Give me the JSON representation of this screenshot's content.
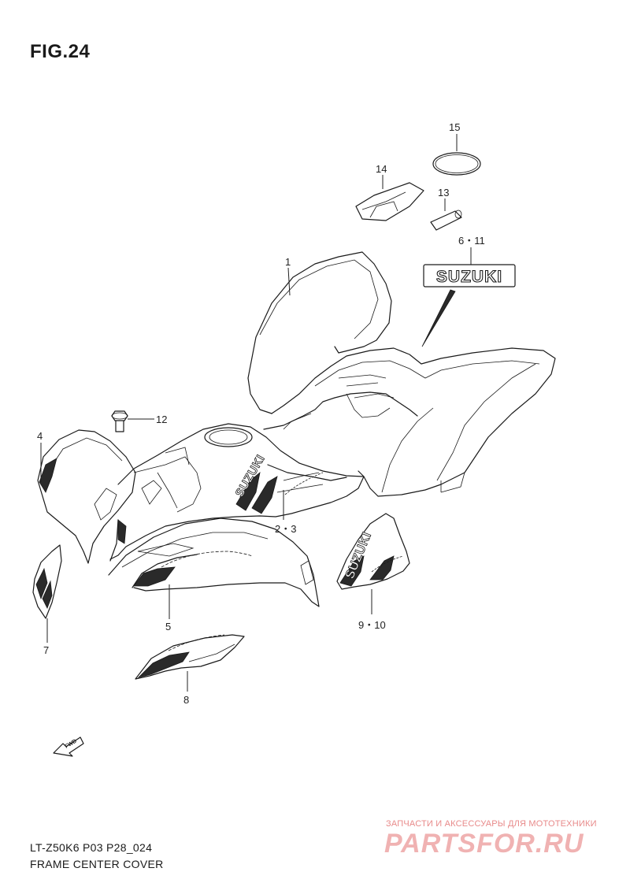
{
  "figure": {
    "title": "FIG.24"
  },
  "callouts": [
    {
      "id": "1",
      "label": "1"
    },
    {
      "id": "2-3",
      "label": "2・3"
    },
    {
      "id": "4",
      "label": "4"
    },
    {
      "id": "5",
      "label": "5"
    },
    {
      "id": "6-11",
      "label": "6・11"
    },
    {
      "id": "7",
      "label": "7"
    },
    {
      "id": "8",
      "label": "8"
    },
    {
      "id": "9-10",
      "label": "9・10"
    },
    {
      "id": "12",
      "label": "12"
    },
    {
      "id": "13",
      "label": "13"
    },
    {
      "id": "14",
      "label": "14"
    },
    {
      "id": "15",
      "label": "15"
    }
  ],
  "emblem": {
    "text": "SUZUKI"
  },
  "decal_side": {
    "text": "SUZUKI"
  },
  "decal_center": {
    "text": "SUZUKI"
  },
  "fwd_arrow": {
    "text": "FWD",
    "icon": "forward-arrow-icon"
  },
  "footer": {
    "model_code": "LT-Z50K6 P03 P28_024",
    "section_name": "FRAME CENTER COVER"
  },
  "watermark": {
    "tagline": "ЗАПЧАСТИ И АКСЕССУАРЫ ДЛЯ МОТОТЕХНИКИ",
    "brand": "PARTSFOR.RU",
    "color": "#e88a8a"
  }
}
